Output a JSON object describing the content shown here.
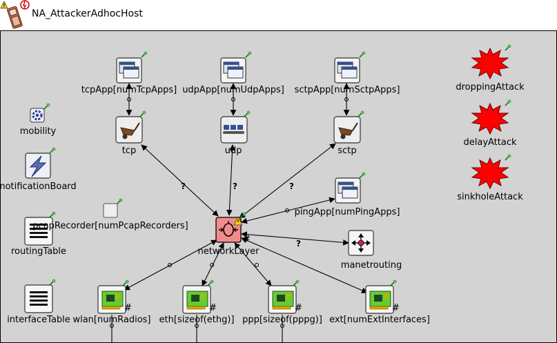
{
  "window": {
    "title": "NA_AttackerAdhocHost"
  },
  "nodes": {
    "tcpApp": {
      "label": "tcpApp[numTcpApps]",
      "icon": "app-window-icon"
    },
    "udpApp": {
      "label": "udpApp[numUdpApps]",
      "icon": "app-window-icon"
    },
    "sctpApp": {
      "label": "sctpApp[numSctpApps]",
      "icon": "app-window-icon"
    },
    "droppingAttack": {
      "label": "droppingAttack",
      "icon": "attack-burst-icon"
    },
    "delayAttack": {
      "label": "delayAttack",
      "icon": "attack-burst-icon"
    },
    "sinkholeAttack": {
      "label": "sinkholeAttack",
      "icon": "attack-burst-icon"
    },
    "mobility": {
      "label": "mobility",
      "icon": "cog-icon"
    },
    "tcp": {
      "label": "tcp",
      "icon": "wheelbarrow-icon"
    },
    "udp": {
      "label": "udp",
      "icon": "conveyor-icon"
    },
    "sctp": {
      "label": "sctp",
      "icon": "wheelbarrow-icon"
    },
    "notificationBoard": {
      "label": "notificationBoard",
      "icon": "lightning-icon"
    },
    "pingApp": {
      "label": "pingApp[numPingApps]",
      "icon": "app-window-icon"
    },
    "pcapRecorder": {
      "label": "pcapRecorder[numPcapRecorders]",
      "icon": "square-icon"
    },
    "routingTable": {
      "label": "routingTable",
      "icon": "table-icon"
    },
    "networkLayer": {
      "label": "networkLayer",
      "icon": "network-layer-icon"
    },
    "manetrouting": {
      "label": "manetrouting",
      "icon": "router-icon"
    },
    "interfaceTable": {
      "label": "interfaceTable",
      "icon": "table-icon"
    },
    "wlan": {
      "label": "wlan[numRadios]",
      "icon": "nic-card-icon"
    },
    "eth": {
      "label": "eth[sizeof(ethg)]",
      "icon": "nic-card-icon"
    },
    "ppp": {
      "label": "ppp[sizeof(pppg)]",
      "icon": "nic-card-icon"
    },
    "ext": {
      "label": "ext[numExtInterfaces]",
      "icon": "nic-card-icon"
    }
  },
  "gate_markers": {
    "unconnected": "?",
    "vector": "#"
  },
  "colors": {
    "canvas": "#d3d3d3",
    "attack": "#ff0000",
    "network_layer": "#f28c8c",
    "nic_board": "#66cc33",
    "border": "#000000"
  }
}
